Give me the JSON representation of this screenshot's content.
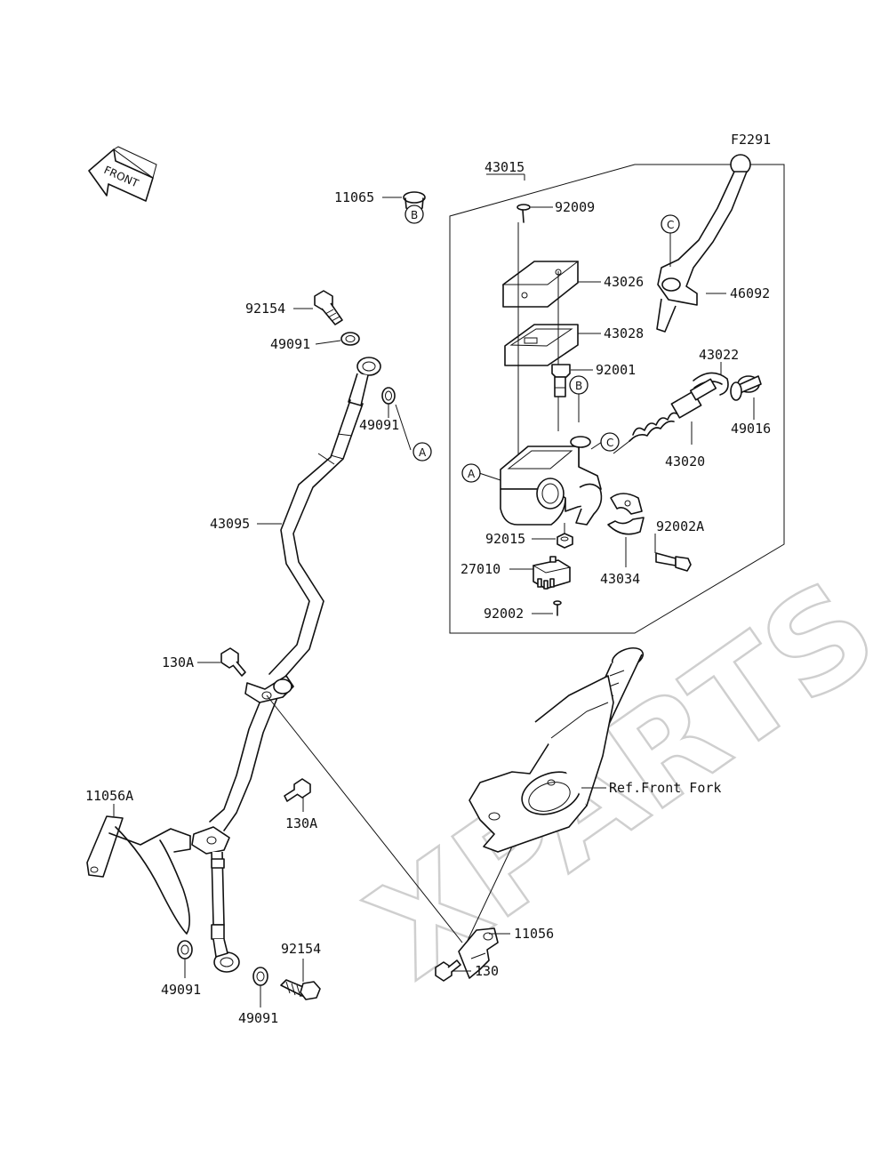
{
  "figure_code": "F2291",
  "front_arrow_label": "FRONT",
  "watermark": "XPARTS",
  "parts": {
    "p11065": "11065",
    "p92009": "92009",
    "p43015": "43015",
    "p43026": "43026",
    "p43028": "43028",
    "p46092": "46092",
    "p92001": "92001",
    "p43022": "43022",
    "p49016": "49016",
    "p43020": "43020",
    "p92154a": "92154",
    "p49091a": "49091",
    "p49091b": "49091",
    "p43095": "43095",
    "p92015": "92015",
    "p92002A": "92002A",
    "p27010": "27010",
    "p43034": "43034",
    "p92002": "92002",
    "p130A_a": "130A",
    "p130A_b": "130A",
    "p11056A": "11056A",
    "pRefFork": "Ref.Front Fork",
    "p11056": "11056",
    "p130": "130",
    "p92154b": "92154",
    "p49091c": "49091",
    "p49091d": "49091"
  },
  "callouts": {
    "A": "A",
    "B": "B",
    "C": "C"
  }
}
